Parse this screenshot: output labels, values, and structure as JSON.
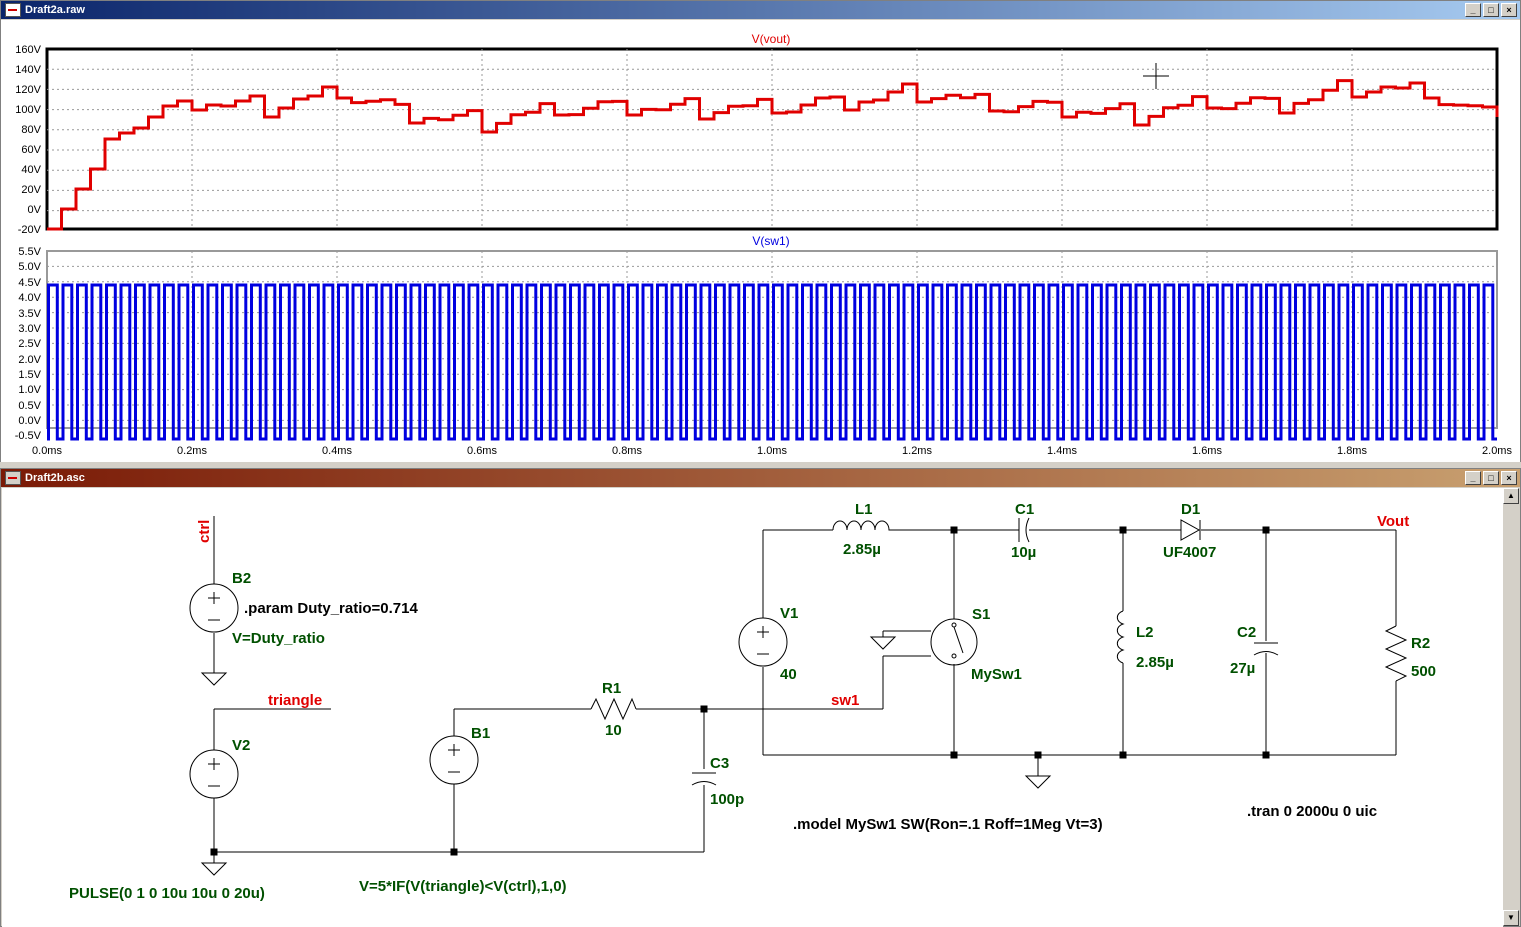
{
  "waveform_window": {
    "title": "Draft2a.raw",
    "buttons": {
      "minimize": "_",
      "maximize": "□",
      "close": "×"
    },
    "pane1": {
      "label": "V(vout)",
      "y_ticks": [
        "160V",
        "140V",
        "120V",
        "100V",
        "80V",
        "60V",
        "40V",
        "20V",
        "0V",
        "-20V"
      ],
      "color": "#e00000"
    },
    "pane2": {
      "label": "V(sw1)",
      "y_ticks": [
        "5.5V",
        "5.0V",
        "4.5V",
        "4.0V",
        "3.5V",
        "3.0V",
        "2.5V",
        "2.0V",
        "1.5V",
        "1.0V",
        "0.5V",
        "0.0V",
        "-0.5V"
      ],
      "color": "#0000e0"
    },
    "x_ticks": [
      "0.0ms",
      "0.2ms",
      "0.4ms",
      "0.6ms",
      "0.8ms",
      "1.0ms",
      "1.2ms",
      "1.4ms",
      "1.6ms",
      "1.8ms",
      "2.0ms"
    ]
  },
  "schematic_window": {
    "title": "Draft2b.asc",
    "buttons": {
      "minimize": "_",
      "maximize": "□",
      "close": "×"
    },
    "labels": {
      "ctrl": "ctrl",
      "b2": "B2",
      "param": ".param Duty_ratio=0.714",
      "b2_value": "V=Duty_ratio",
      "triangle": "triangle",
      "v2": "V2",
      "v2_value": "PULSE(0 1 0 10u 10u 0 20u)",
      "b1": "B1",
      "b1_value": "V=5*IF(V(triangle)<V(ctrl),1,0)",
      "r1": "R1",
      "r1_value": "10",
      "c3": "C3",
      "c3_value": "100p",
      "sw1": "sw1",
      "v1": "V1",
      "v1_value": "40",
      "l1": "L1",
      "l1_value": "2.85µ",
      "s1": "S1",
      "s1_model": "MySw1",
      "c1": "C1",
      "c1_value": "10µ",
      "d1": "D1",
      "d1_value": "UF4007",
      "l2": "L2",
      "l2_value": "2.85µ",
      "c2": "C2",
      "c2_value": "27µ",
      "vout": "Vout",
      "r2": "R2",
      "r2_value": "500",
      "model": ".model MySw1  SW(Ron=.1 Roff=1Meg Vt=3)",
      "tran": ".tran 0 2000u 0 uic"
    }
  }
}
